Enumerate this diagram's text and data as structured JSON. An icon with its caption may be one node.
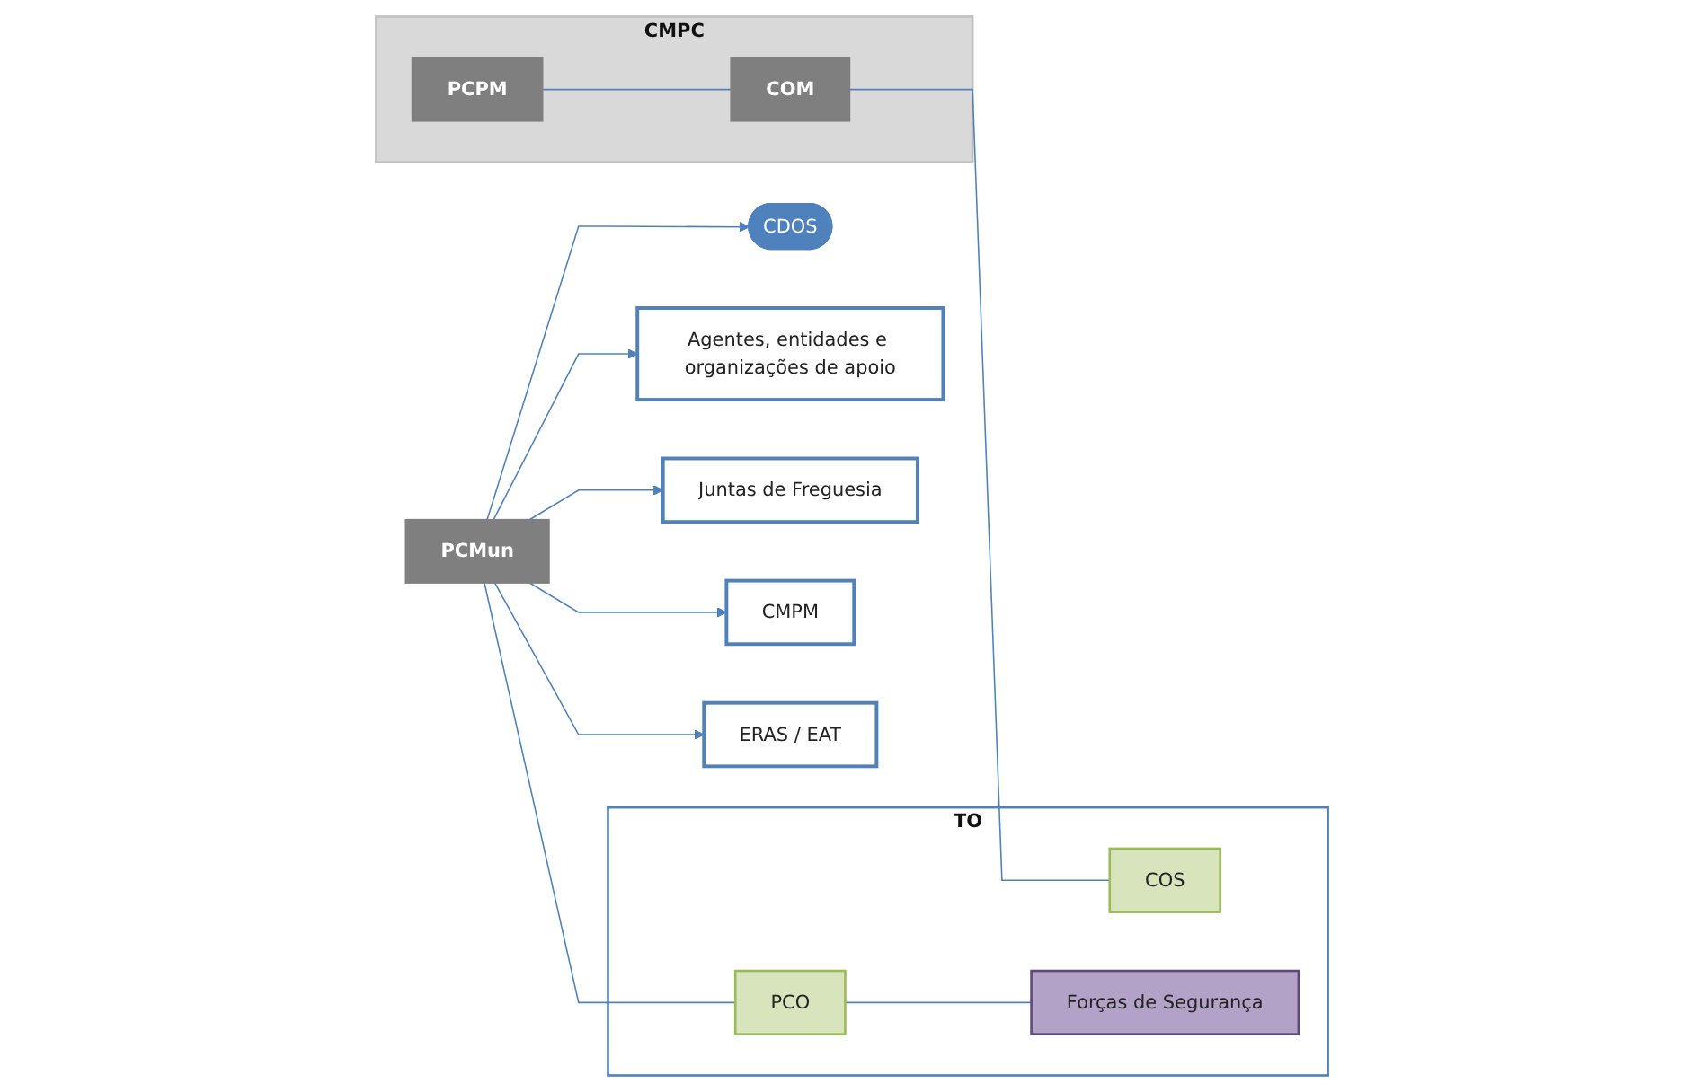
{
  "diagram": {
    "nodes": [
      {
        "text": [
          "CMPC"
        ]
      },
      {
        "text": [
          "PCPM"
        ],
        "in": 0
      },
      {
        "text": [
          "COM"
        ],
        "in": 0
      },
      {
        "text": [
          "CDOS"
        ]
      },
      {
        "text": [
          "Agentes, entidades e organizações de apoio"
        ]
      },
      {
        "text": [
          "Juntas de Freguesia"
        ]
      },
      {
        "text": [
          "PCMun"
        ]
      },
      {
        "text": [
          "CMPM"
        ]
      },
      {
        "text": [
          "TO"
        ]
      },
      {
        "text": [
          "COS"
        ],
        "in": 8
      },
      {
        "text": [
          "PCO"
        ],
        "in": 8
      },
      {
        "text": [
          "Forças de Segurança"
        ],
        "in": 8
      },
      {
        "text": [
          "ERAS / EAT"
        ]
      }
    ],
    "edges": [
      {
        "from": 1,
        "to": 2,
        "arrow": "none"
      },
      {
        "from": 2,
        "to": 9,
        "arrow": "none"
      },
      {
        "from": 6,
        "to": 10,
        "arrow": "none"
      },
      {
        "from": 10,
        "to": 11,
        "arrow": "none"
      },
      {
        "from": 6,
        "to": 3,
        "arrow": "to"
      },
      {
        "from": 6,
        "to": 4,
        "arrow": "to"
      },
      {
        "from": 6,
        "to": 5,
        "arrow": "to"
      },
      {
        "from": 6,
        "to": 7,
        "arrow": "to"
      },
      {
        "from": 6,
        "to": 12,
        "arrow": "to"
      }
    ]
  }
}
